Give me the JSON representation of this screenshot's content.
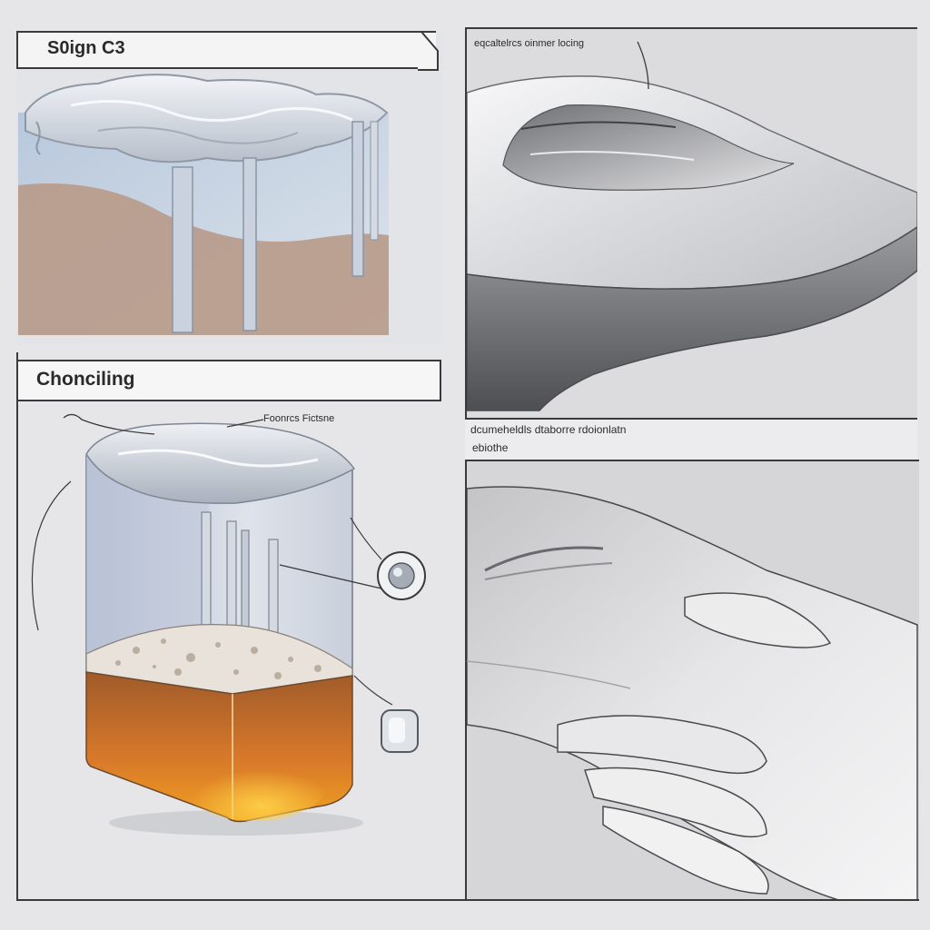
{
  "panels": {
    "top_left": {
      "header": "S0ign C3"
    },
    "middle_left": {
      "header": "Chonciling",
      "annotation": "Foonrcs Fictsne"
    },
    "top_right": {
      "annotation": "eqcaltelrcs oinmer locing"
    },
    "bottom_right": {
      "caption_line1": "dcumeheldls dtaborre rdoionlatn",
      "caption_line2": "ebiothe"
    }
  },
  "icons": {
    "lens": "lens-icon",
    "clip": "clip-icon"
  },
  "colors": {
    "background": "#e6e6e8",
    "sediment": "#b89a88",
    "amber_top": "#a05a2a",
    "amber_bottom": "#f0a020"
  }
}
